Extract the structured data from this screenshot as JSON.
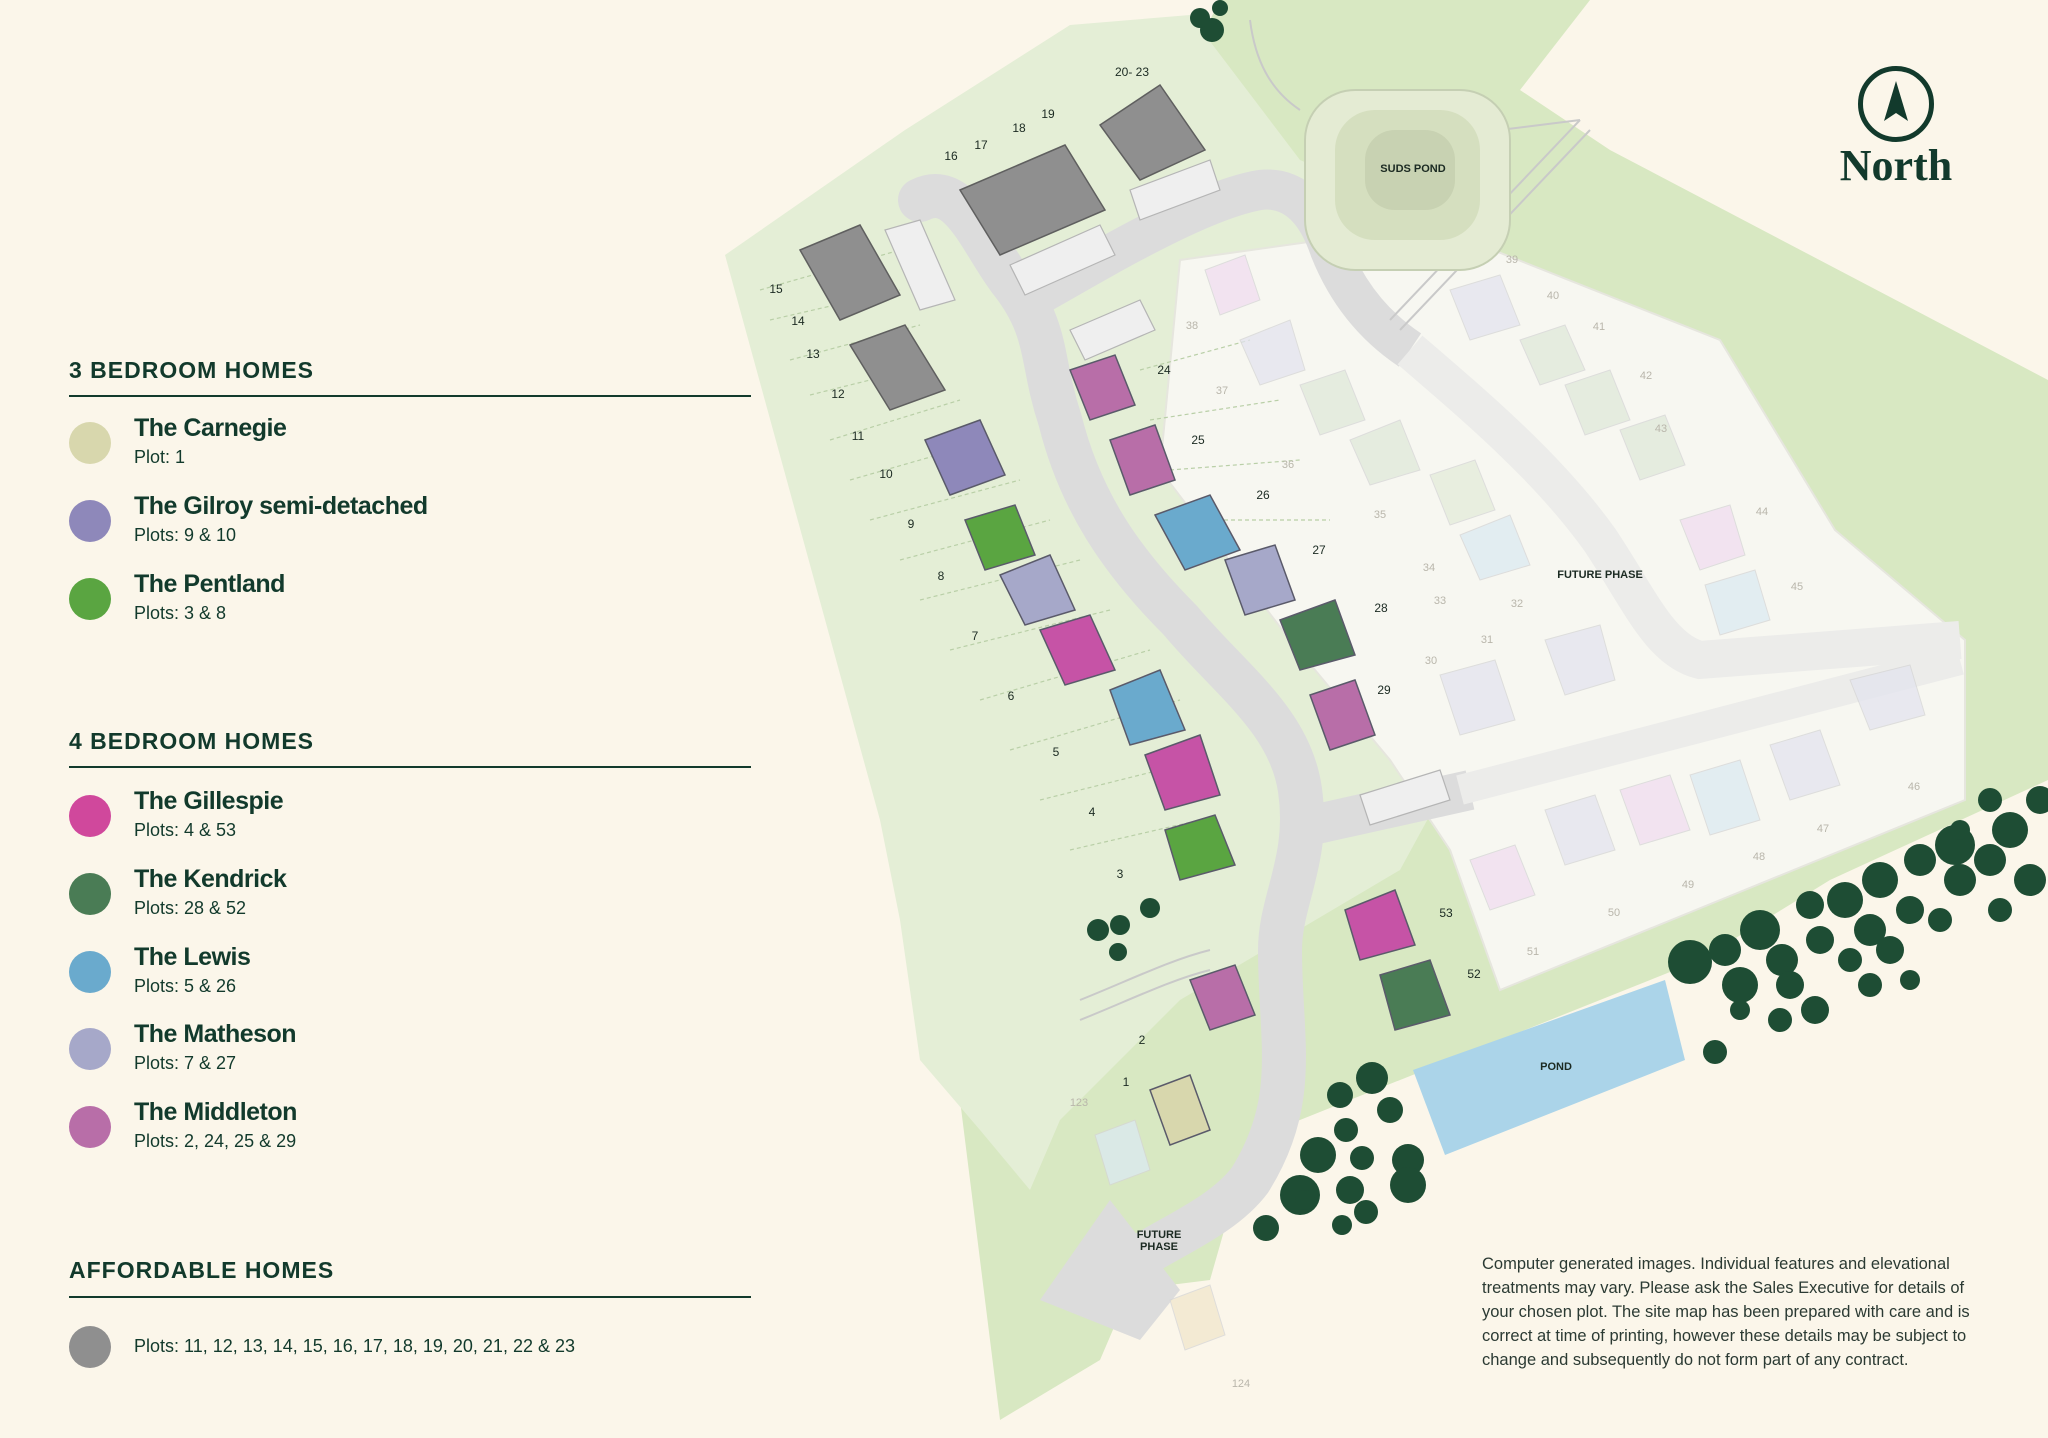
{
  "legend": {
    "three_bed": {
      "title": "3 BEDROOM HOMES",
      "items": [
        {
          "name": "The Carnegie",
          "plots": "Plot: 1",
          "color": "#d8d7ad"
        },
        {
          "name": "The Gilroy semi-detached",
          "plots": "Plots: 9 & 10",
          "color": "#8e88ba"
        },
        {
          "name": "The Pentland",
          "plots": "Plots: 3 & 8",
          "color": "#5aa541"
        }
      ]
    },
    "four_bed": {
      "title": "4 BEDROOM HOMES",
      "items": [
        {
          "name": "The Gillespie",
          "plots": "Plots: 4 & 53",
          "color": "#d0489c"
        },
        {
          "name": "The Kendrick",
          "plots": "Plots: 28 & 52",
          "color": "#4a7c55"
        },
        {
          "name": "The Lewis",
          "plots": "Plots: 5 & 26",
          "color": "#6aaacd"
        },
        {
          "name": "The Matheson",
          "plots": "Plots: 7 & 27",
          "color": "#a6a8c9"
        },
        {
          "name": "The Middleton",
          "plots": "Plots: 2, 24, 25 & 29",
          "color": "#b86ea8"
        }
      ]
    },
    "affordable": {
      "title": "AFFORDABLE HOMES",
      "items": [
        {
          "name": "",
          "plots": "Plots: 11, 12, 13, 14, 15, 16, 17, 18, 19, 20, 21, 22 & 23",
          "color": "#8f8f8f"
        }
      ]
    }
  },
  "compass": {
    "label": "North",
    "icon": "north-arrow-icon"
  },
  "map": {
    "labels": {
      "suds_pond": "SUDS POND",
      "pond": "POND",
      "future_phase": "FUTURE PHASE",
      "future_phase_2": "FUTURE\nPHASE"
    },
    "plot_numbers": [
      "1",
      "2",
      "3",
      "4",
      "5",
      "6",
      "7",
      "8",
      "9",
      "10",
      "11",
      "12",
      "13",
      "14",
      "15",
      "16",
      "17",
      "18",
      "19",
      "20- 23",
      "24",
      "25",
      "26",
      "27",
      "28",
      "29",
      "52",
      "53"
    ],
    "future_plot_numbers": [
      "30",
      "31",
      "32",
      "33",
      "34",
      "35",
      "36",
      "37",
      "38",
      "39",
      "40",
      "41",
      "42",
      "43",
      "44",
      "45",
      "46",
      "47",
      "48",
      "49",
      "50",
      "51",
      "123",
      "124"
    ]
  },
  "disclaimer": "Computer generated images. Individual features and elevational treatments may vary. Please ask the Sales Executive for details of your chosen plot. The site map has been prepared with care and is correct at time of printing, however these details may be subject to change and subsequently do not form part of any contract."
}
